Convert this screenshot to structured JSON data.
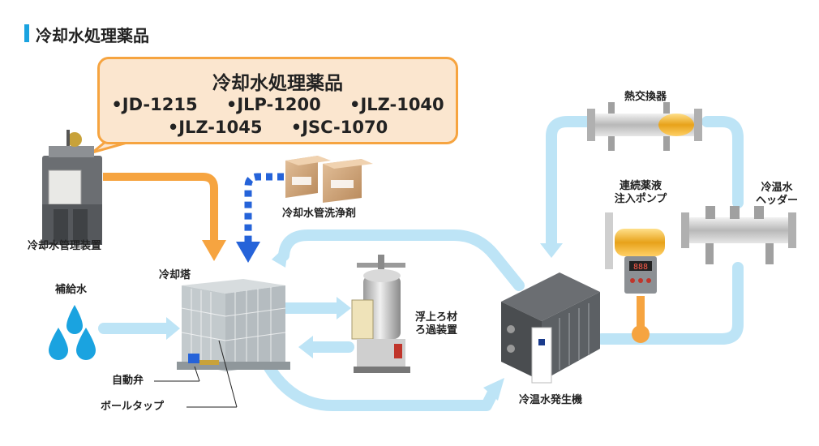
{
  "title": "冷却水処理薬品",
  "callout": {
    "heading": "冷却水処理薬品",
    "products_row1": [
      "•JD-1215",
      "•JLP-1200",
      "•JLZ-1040"
    ],
    "products_row2": [
      "•JLZ-1045",
      "•JSC-1070"
    ]
  },
  "labels": {
    "management_device": "冷却水管理装置",
    "pipe_cleaner": "冷却水管洗浄剤",
    "cooling_tower": "冷却塔",
    "makeup_water": "補給水",
    "auto_valve": "自動弁",
    "ball_tap": "ボールタップ",
    "filter_line1": "浮上ろ材",
    "filter_line2": "ろ過装置",
    "heat_exchanger": "熱交換器",
    "pump_line1": "連続薬液",
    "pump_line2": "注入ポンプ",
    "header_line1": "冷温水",
    "header_line2": "ヘッダー",
    "generator": "冷温水発生機",
    "pump_display": "888"
  },
  "colors": {
    "accent": "#1aa3e0",
    "pipe_light_blue": "#bde4f6",
    "dose_orange": "#f6a440",
    "arrow_blue": "#2563d9",
    "callout_fill": "#fbe6cf"
  }
}
